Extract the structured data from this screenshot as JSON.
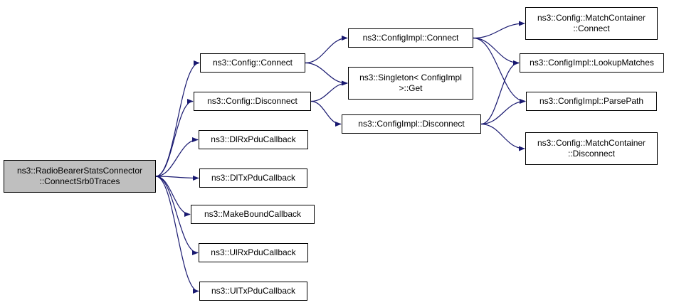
{
  "colors": {
    "edge": "#191970",
    "root_fill": "#bfbfbf",
    "node_border": "#000000"
  },
  "nodes": [
    {
      "id": "root",
      "lines": [
        "ns3::RadioBearerStatsConnector",
        "::ConnectSrb0Traces"
      ]
    },
    {
      "id": "cfg_connect",
      "lines": [
        "ns3::Config::Connect"
      ]
    },
    {
      "id": "cfg_disconnect",
      "lines": [
        "ns3::Config::Disconnect"
      ]
    },
    {
      "id": "dlrx",
      "lines": [
        "ns3::DlRxPduCallback"
      ]
    },
    {
      "id": "dltx",
      "lines": [
        "ns3::DlTxPduCallback"
      ]
    },
    {
      "id": "makebound",
      "lines": [
        "ns3::MakeBoundCallback"
      ]
    },
    {
      "id": "ulrx",
      "lines": [
        "ns3::UlRxPduCallback"
      ]
    },
    {
      "id": "ultx",
      "lines": [
        "ns3::UlTxPduCallback"
      ]
    },
    {
      "id": "impl_connect",
      "lines": [
        "ns3::ConfigImpl::Connect"
      ]
    },
    {
      "id": "singleton",
      "lines": [
        "ns3::Singleton< ConfigImpl",
        ">::Get"
      ]
    },
    {
      "id": "impl_disconnect",
      "lines": [
        "ns3::ConfigImpl::Disconnect"
      ]
    },
    {
      "id": "mc_connect",
      "lines": [
        "ns3::Config::MatchContainer",
        "::Connect"
      ]
    },
    {
      "id": "lookup",
      "lines": [
        "ns3::ConfigImpl::LookupMatches"
      ]
    },
    {
      "id": "parsepath",
      "lines": [
        "ns3::ConfigImpl::ParsePath"
      ]
    },
    {
      "id": "mc_disconnect",
      "lines": [
        "ns3::Config::MatchContainer",
        "::Disconnect"
      ]
    }
  ],
  "edges": [
    [
      "root",
      "cfg_connect"
    ],
    [
      "root",
      "cfg_disconnect"
    ],
    [
      "root",
      "dlrx"
    ],
    [
      "root",
      "dltx"
    ],
    [
      "root",
      "makebound"
    ],
    [
      "root",
      "ulrx"
    ],
    [
      "root",
      "ultx"
    ],
    [
      "cfg_connect",
      "impl_connect"
    ],
    [
      "cfg_connect",
      "singleton"
    ],
    [
      "cfg_disconnect",
      "singleton"
    ],
    [
      "cfg_disconnect",
      "impl_disconnect"
    ],
    [
      "impl_connect",
      "mc_connect"
    ],
    [
      "impl_connect",
      "lookup"
    ],
    [
      "impl_connect",
      "parsepath"
    ],
    [
      "impl_disconnect",
      "lookup"
    ],
    [
      "impl_disconnect",
      "parsepath"
    ],
    [
      "impl_disconnect",
      "mc_disconnect"
    ]
  ]
}
